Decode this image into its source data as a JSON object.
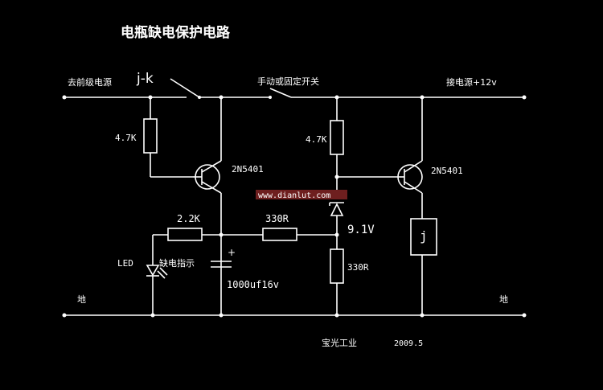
{
  "title": "电瓶缺电保护电路",
  "labels": {
    "prev_power": "去前级电源",
    "relay_contact": "j-k",
    "switch": "手动或固定开关",
    "power_in": "接电源+12v",
    "r1": "4.7K",
    "q1": "2N5401",
    "r2": "4.7K",
    "q2": "2N5401",
    "watermark": "www.dianlut.com",
    "r3": "2.2K",
    "r4": "330R",
    "zener": "9.1V",
    "relay": "j",
    "led": "LED",
    "led_desc": "缺电指示",
    "cap_plus": "+",
    "cap": "1000uf16v",
    "r5": "330R",
    "gnd_left": "地",
    "gnd_right": "地",
    "author": "宝光工业",
    "date": "2009.5"
  }
}
